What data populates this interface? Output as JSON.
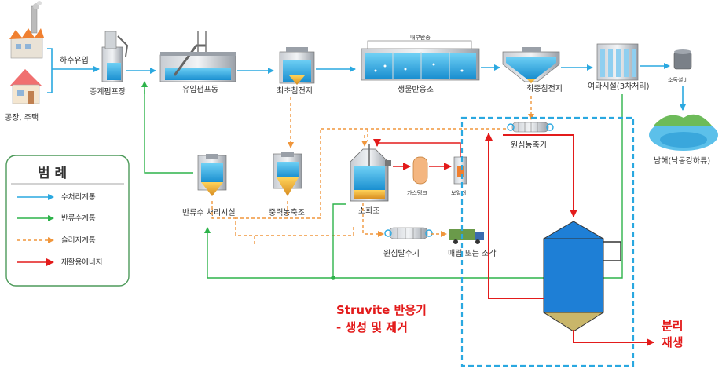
{
  "labels": {
    "sewage_inflow": "하수유입",
    "factory_house": "공장, 주택",
    "relay_pump": "중계펌프장",
    "inflow_pump": "유입펌프동",
    "primary_clarifier": "최초침전지",
    "bio_reactor": "생물반응조",
    "internal_return": "내부반송",
    "final_clarifier": "최종침전지",
    "filtration": "여과시설(3차처리)",
    "disinfection": "소독설비",
    "river": "남해(낙동강하류)",
    "centrifugal_thickener": "원심농축기",
    "return_water_facility": "반류수 처리시설",
    "gravity_thickener": "중력농축조",
    "digester": "소화조",
    "gas_tank": "가스탱크",
    "boiler": "보일러",
    "centrifugal_dewatering": "원심탈수기",
    "landfill": "매립 또는 소각"
  },
  "legend": {
    "title": "범 례",
    "items": [
      {
        "label": "수처리계통",
        "color": "#2aa8e0",
        "style": "solid"
      },
      {
        "label": "반류수계통",
        "color": "#2db34a",
        "style": "solid"
      },
      {
        "label": "슬러지계통",
        "color": "#f0963c",
        "style": "dashed"
      },
      {
        "label": "재활용에너지",
        "color": "#e31b1b",
        "style": "solid"
      }
    ]
  },
  "struvite": {
    "line1": "Struvite 반응기",
    "line2": "- 생성 및 제거"
  },
  "output": {
    "line1": "분리",
    "line2": "재생"
  },
  "colors": {
    "water": "#2aa8e0",
    "return": "#2db34a",
    "sludge": "#f0963c",
    "energy": "#e31b1b",
    "reactor": "#1e7fd6",
    "dashed_box": "#2aa8e0"
  }
}
